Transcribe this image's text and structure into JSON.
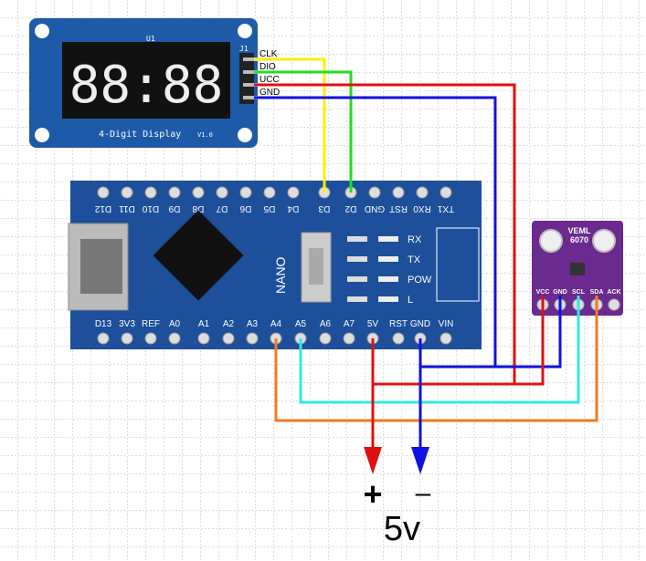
{
  "display_module": {
    "ref": "U1",
    "connector": "J1",
    "digits": "88:88",
    "caption": "4-Digit Display",
    "version": "V1.0",
    "pins": [
      "CLK",
      "DIO",
      "UCC",
      "GND"
    ]
  },
  "nano": {
    "name": "NANO",
    "top_pins": [
      "D12",
      "D11",
      "D10",
      "D9",
      "D8",
      "D7",
      "D6",
      "D5",
      "D4",
      "D3",
      "D2",
      "GND",
      "RST",
      "RX0",
      "TX1"
    ],
    "bottom_pins": [
      "D13",
      "3V3",
      "REF",
      "A0",
      "A1",
      "A2",
      "A3",
      "A4",
      "A5",
      "A6",
      "A7",
      "5V",
      "RST",
      "GND",
      "VIN"
    ],
    "leds": [
      "RX",
      "TX",
      "POW",
      "L"
    ]
  },
  "sensor": {
    "name_line1": "VEML",
    "name_line2": "6070",
    "pins": [
      "VCC",
      "GND",
      "SCL",
      "SDA",
      "ACK"
    ]
  },
  "power": {
    "plus": "+",
    "minus": "–",
    "voltage": "5v"
  },
  "colors": {
    "clk_wire": "#ffee00",
    "dio_wire": "#22dd22",
    "vcc_wire": "#e01010",
    "gnd_wire": "#1010e0",
    "scl_wire": "#33e6e6",
    "sda_wire": "#f07a20",
    "board_blue": "#1d4f9a",
    "sensor_purple": "#6a2a90"
  }
}
